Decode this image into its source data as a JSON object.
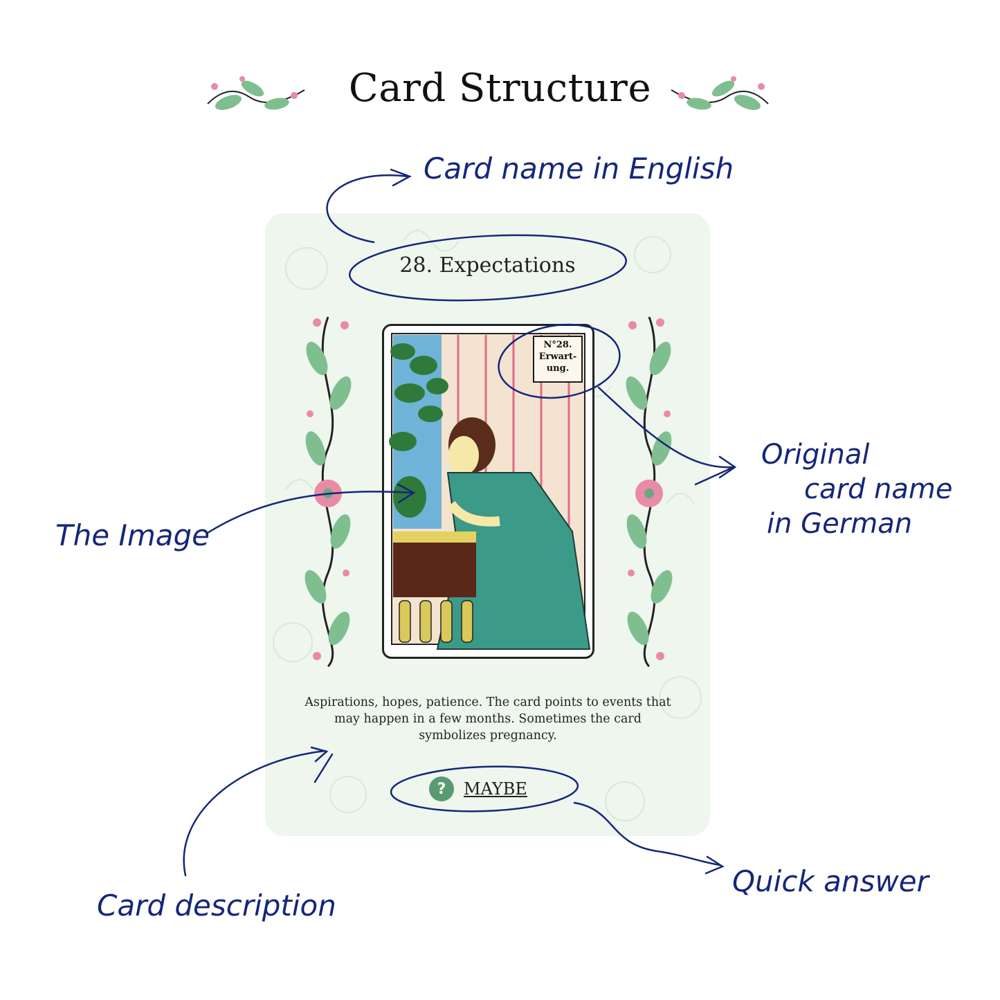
{
  "title": "Card Structure",
  "card": {
    "name": "28. Expectations",
    "german_plaque": [
      "N°28.",
      "Erwart-",
      "ung."
    ],
    "description": "Aspirations, hopes, patience. The card points to events that may happen in a few months. Sometimes the card symbolizes pregnancy.",
    "answer_icon": "question-mark-icon",
    "answer_icon_glyph": "?",
    "answer": "MAYBE"
  },
  "annotations": {
    "card_name_english": "Card name in English",
    "original_name_german": [
      "Original",
      "card name",
      "in German"
    ],
    "the_image": "The Image",
    "card_description": "Card description",
    "quick_answer": "Quick answer"
  },
  "colors": {
    "ink": "#15267a",
    "card_bg": "#eef6ee",
    "leaf_green": "#7fbf8f",
    "flower_pink": "#e98aa8",
    "answer_icon": "#5a9a73"
  }
}
